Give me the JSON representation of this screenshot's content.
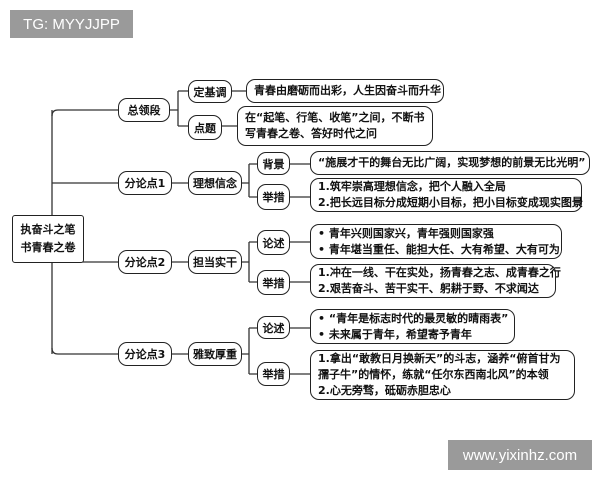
{
  "watermark_top": "TG: MYYJJPP",
  "watermark_bottom": "www.yixinhz.com",
  "root": {
    "line1": "执奋斗之笔",
    "line2": "书青春之卷"
  },
  "intro": {
    "label": "总领段",
    "tone": {
      "label": "定基调",
      "text": "青春由磨砺而出彩，人生因奋斗而升华"
    },
    "theme": {
      "label": "点题",
      "lines": [
        "在“起笔、行笔、收笔”之间，不断书",
        "写青春之卷、答好时代之问"
      ]
    }
  },
  "point1": {
    "label": "分论点1",
    "topic": "理想信念",
    "background": {
      "label": "背景",
      "text": "“施展才干的舞台无比广阔，实现梦想的前景无比光明”"
    },
    "measures": {
      "label": "举措",
      "lines": [
        "1.筑牢崇高理想信念，把个人融入全局",
        "2.把长远目标分成短期小目标，把小目标变成现实图景"
      ]
    }
  },
  "point2": {
    "label": "分论点2",
    "topic": "担当实干",
    "argument": {
      "label": "论述",
      "lines": [
        "•  青年兴则国家兴，青年强则国家强",
        "•  青年堪当重任、能担大任、大有希望、大有可为"
      ]
    },
    "measures": {
      "label": "举措",
      "lines": [
        "1.冲在一线、干在实处，扬青春之志、成青春之行",
        "2.艰苦奋斗、苦干实干、躬耕于野、不求闻达"
      ]
    }
  },
  "point3": {
    "label": "分论点3",
    "topic": "雅致厚重",
    "argument": {
      "label": "论述",
      "lines": [
        "•  “青年是标志时代的最灵敏的晴雨表”",
        "•  未来属于青年，希望寄予青年"
      ]
    },
    "measures": {
      "label": "举措",
      "lines": [
        "1.拿出“敢教日月换新天”的斗志，涵养“俯首甘为",
        "孺子牛”的情怀，练就“任尔东西南北风”的本领",
        "2.心无旁骛，砥砺赤胆忠心"
      ]
    }
  }
}
